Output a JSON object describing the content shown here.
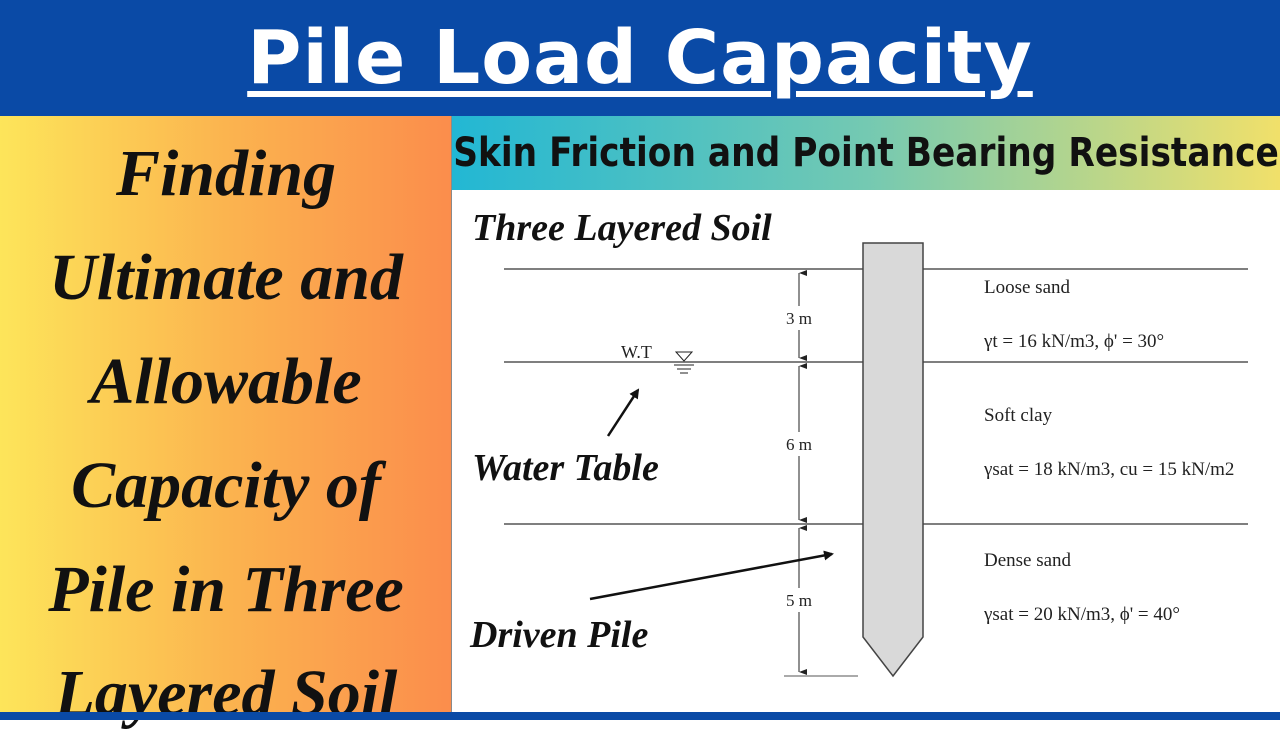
{
  "header": {
    "title": "Pile Load Capacity"
  },
  "left_panel": {
    "lines": [
      "Finding",
      "Ultimate and",
      "Allowable",
      "Capacity of",
      "Pile in Three",
      "Layered Soil"
    ]
  },
  "banner": {
    "text": "Skin Friction and Point Bearing Resistance"
  },
  "diagram": {
    "title": "Three Layered Soil",
    "water_table_symbol": "W.T",
    "water_table_label": "Water Table",
    "pile_label": "Driven Pile",
    "layers": [
      {
        "thickness": "3 m",
        "name": "Loose sand",
        "props": "γt = 16 kN/m3, ϕ' = 30°"
      },
      {
        "thickness": "6 m",
        "name": "Soft clay",
        "props": "γsat = 18 kN/m3, cu = 15 kN/m2"
      },
      {
        "thickness": "5 m",
        "name": "Dense sand",
        "props": "γsat = 20 kN/m3, ϕ' = 40°"
      }
    ]
  },
  "colors": {
    "header_bg": "#0a4aa6",
    "pile_fill": "#d9d9d9"
  }
}
